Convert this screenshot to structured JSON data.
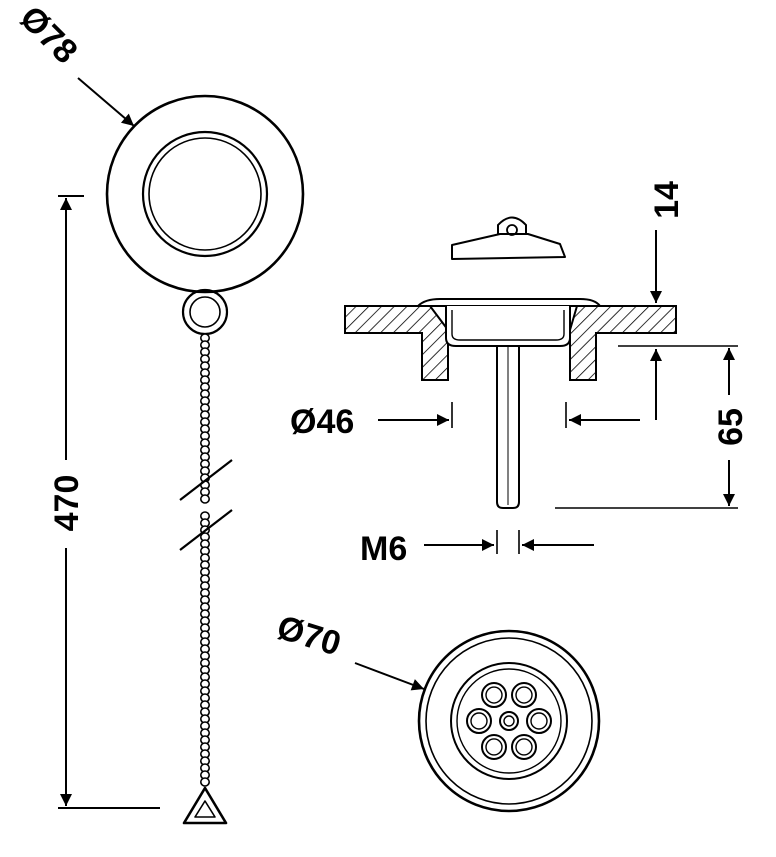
{
  "labels": {
    "plug_diameter": "Ø78",
    "chain_length": "470",
    "stopper_diameter": "Ø46",
    "rim_height": "14",
    "waste_depth": "65",
    "thread": "M6",
    "grate_diameter": "Ø70"
  },
  "colors": {
    "ink": "#000000",
    "paper": "#ffffff"
  }
}
